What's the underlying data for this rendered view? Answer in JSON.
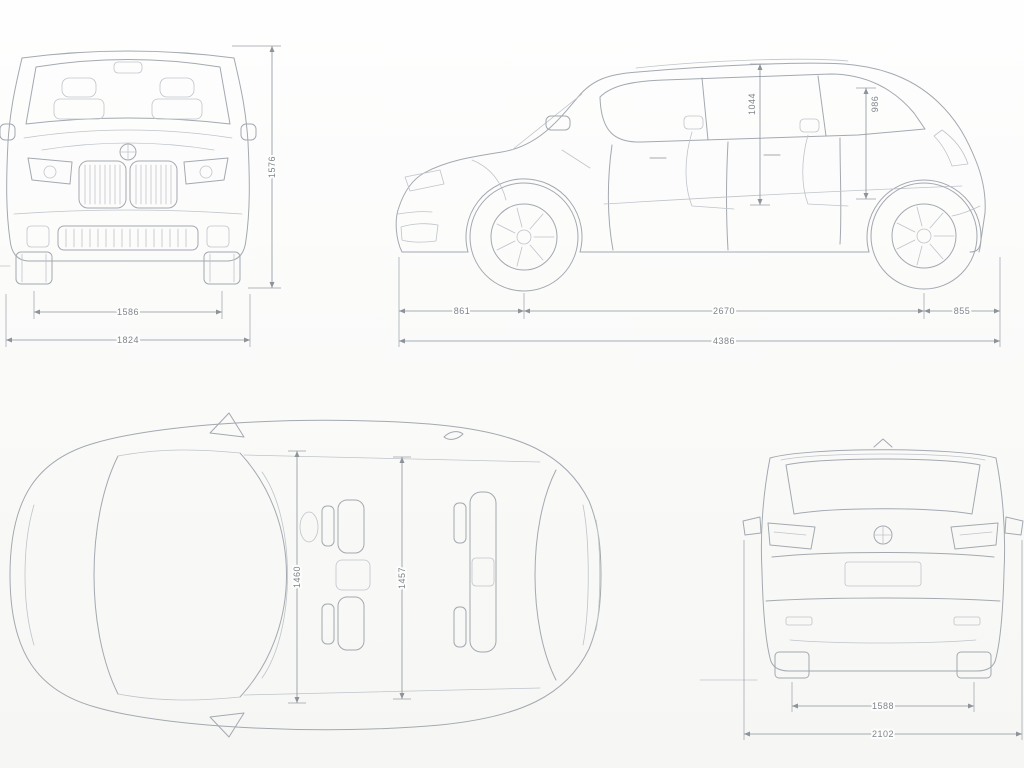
{
  "colors": {
    "line": "#a3a9b0",
    "dimension": "#8d939b",
    "label_text": "#7f858d",
    "background": "#fdfdfc"
  },
  "icons": {
    "brand": "bmw-roundel-icon"
  },
  "views": {
    "front": {
      "dims": {
        "overall_height": "1576",
        "front_track": "1586",
        "overall_width": "1824"
      }
    },
    "side": {
      "dims": {
        "front_headroom": "1044",
        "rear_headroom": "986",
        "front_overhang": "861",
        "wheelbase": "2670",
        "rear_overhang": "855",
        "overall_length": "4386"
      }
    },
    "top": {
      "dims": {
        "front_interior_width": "1460",
        "rear_interior_width": "1457"
      }
    },
    "rear": {
      "dims": {
        "rear_track": "1588",
        "overall_width_mirrors": "2102"
      }
    }
  }
}
